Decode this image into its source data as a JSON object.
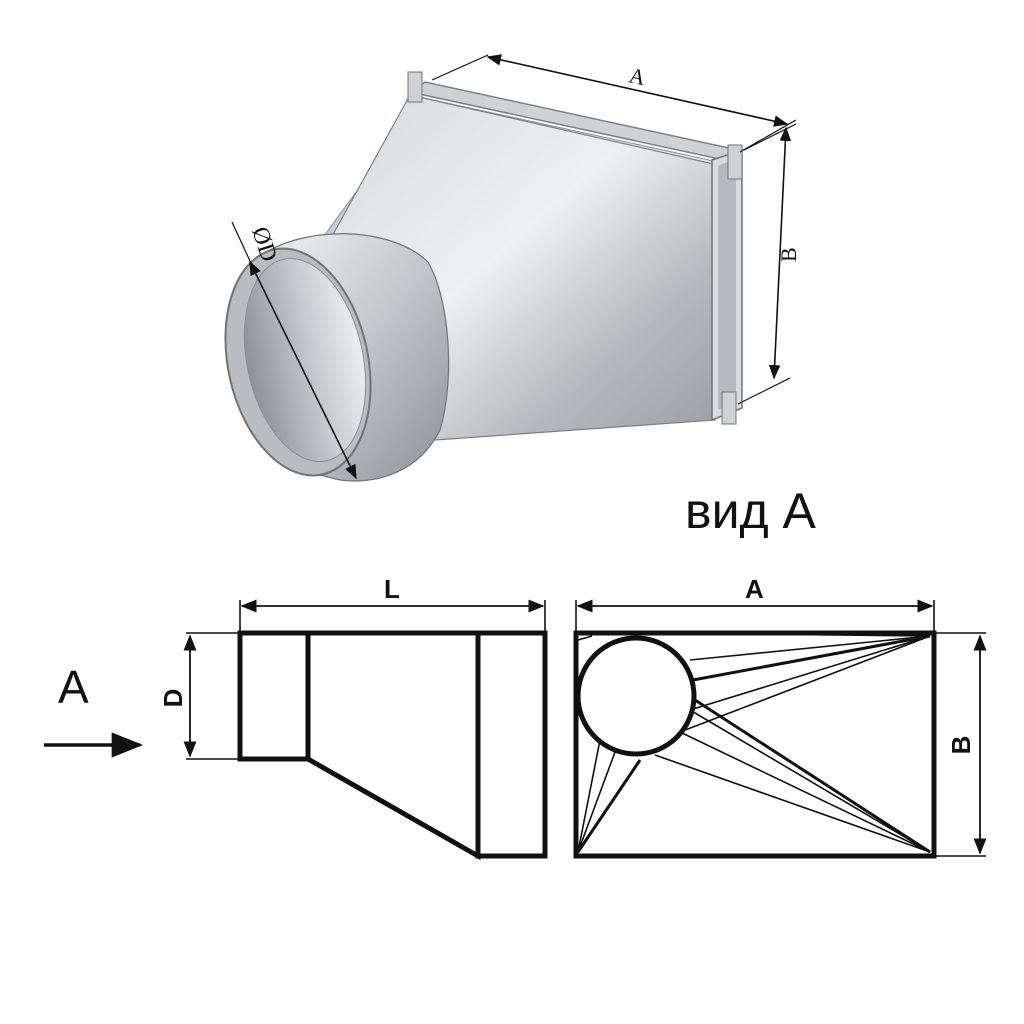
{
  "photo": {
    "dim_a": "A",
    "dim_b": "B",
    "dim_d": "ØD"
  },
  "view_label": "вид А",
  "side_view": {
    "length_label": "L",
    "diameter_label": "D",
    "view_arrow_label": "A"
  },
  "front_view": {
    "width_label": "A",
    "height_label": "B"
  },
  "colors": {
    "metal_light": "#e4e6e8",
    "metal_mid": "#b9bcc0",
    "metal_dark": "#7b7f84",
    "line": "#111111"
  }
}
